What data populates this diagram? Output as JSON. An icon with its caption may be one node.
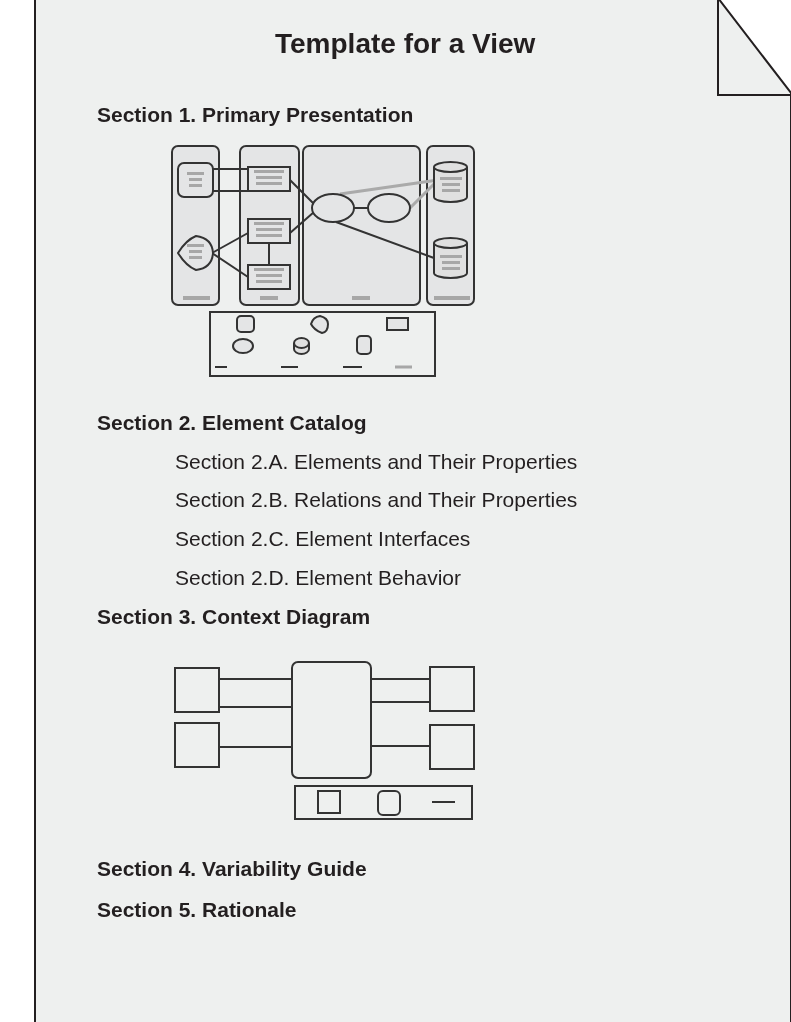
{
  "diagram": {
    "title": "Template for a View",
    "labels": [
      "Section 1. Primary Presentation",
      "Section 2. Element Catalog",
      "Section 2.A. Elements and Their Properties",
      "Section 2.B. Relations and Their Properties",
      "Section 2.C. Element Interfaces",
      "Section 2.D. Element Behavior",
      "Section 3. Context Diagram",
      "Section 4. Variability Guide",
      "Section 5. Rationale"
    ]
  }
}
